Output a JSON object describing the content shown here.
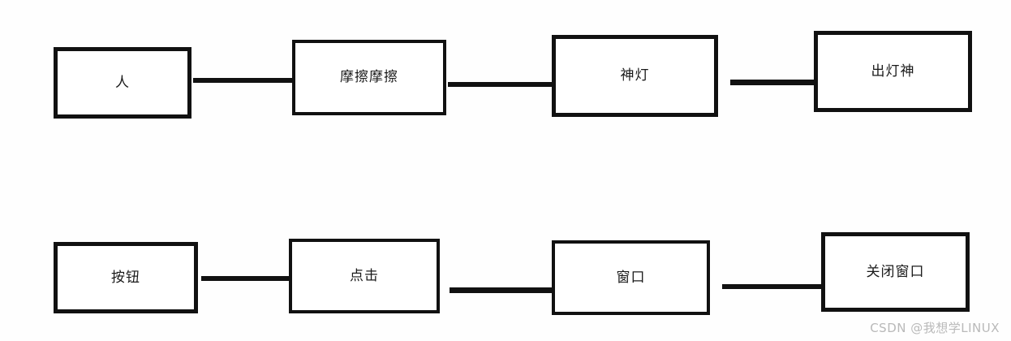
{
  "diagram": {
    "type": "flowchart",
    "orientation": "horizontal",
    "rows": [
      {
        "id": "metaphor-row",
        "name": "genie-lamp-analogy",
        "nodes": [
          {
            "id": "n1",
            "label": "人"
          },
          {
            "id": "n2",
            "label": "摩擦摩擦"
          },
          {
            "id": "n3",
            "label": "神灯"
          },
          {
            "id": "n4",
            "label": "出灯神"
          }
        ]
      },
      {
        "id": "gui-row",
        "name": "gui-event-analogy",
        "nodes": [
          {
            "id": "n5",
            "label": "按钮"
          },
          {
            "id": "n6",
            "label": "点击"
          },
          {
            "id": "n7",
            "label": "窗口"
          },
          {
            "id": "n8",
            "label": "关闭窗口"
          }
        ]
      }
    ],
    "connectors": [
      {
        "id": "c1",
        "from": "n1",
        "to": "n2"
      },
      {
        "id": "c2",
        "from": "n2",
        "to": "n3"
      },
      {
        "id": "c3",
        "from": "n3",
        "to": "n4"
      },
      {
        "id": "c4",
        "from": "n5",
        "to": "n6"
      },
      {
        "id": "c5",
        "from": "n6",
        "to": "n7"
      },
      {
        "id": "c6",
        "from": "n7",
        "to": "n8"
      }
    ]
  },
  "colors": {
    "stroke": "#111111",
    "fill": "#ffffff",
    "background": "#fefefe",
    "watermark": "#b9b9b9"
  },
  "watermark": {
    "text": "CSDN @我想学LINUX"
  }
}
